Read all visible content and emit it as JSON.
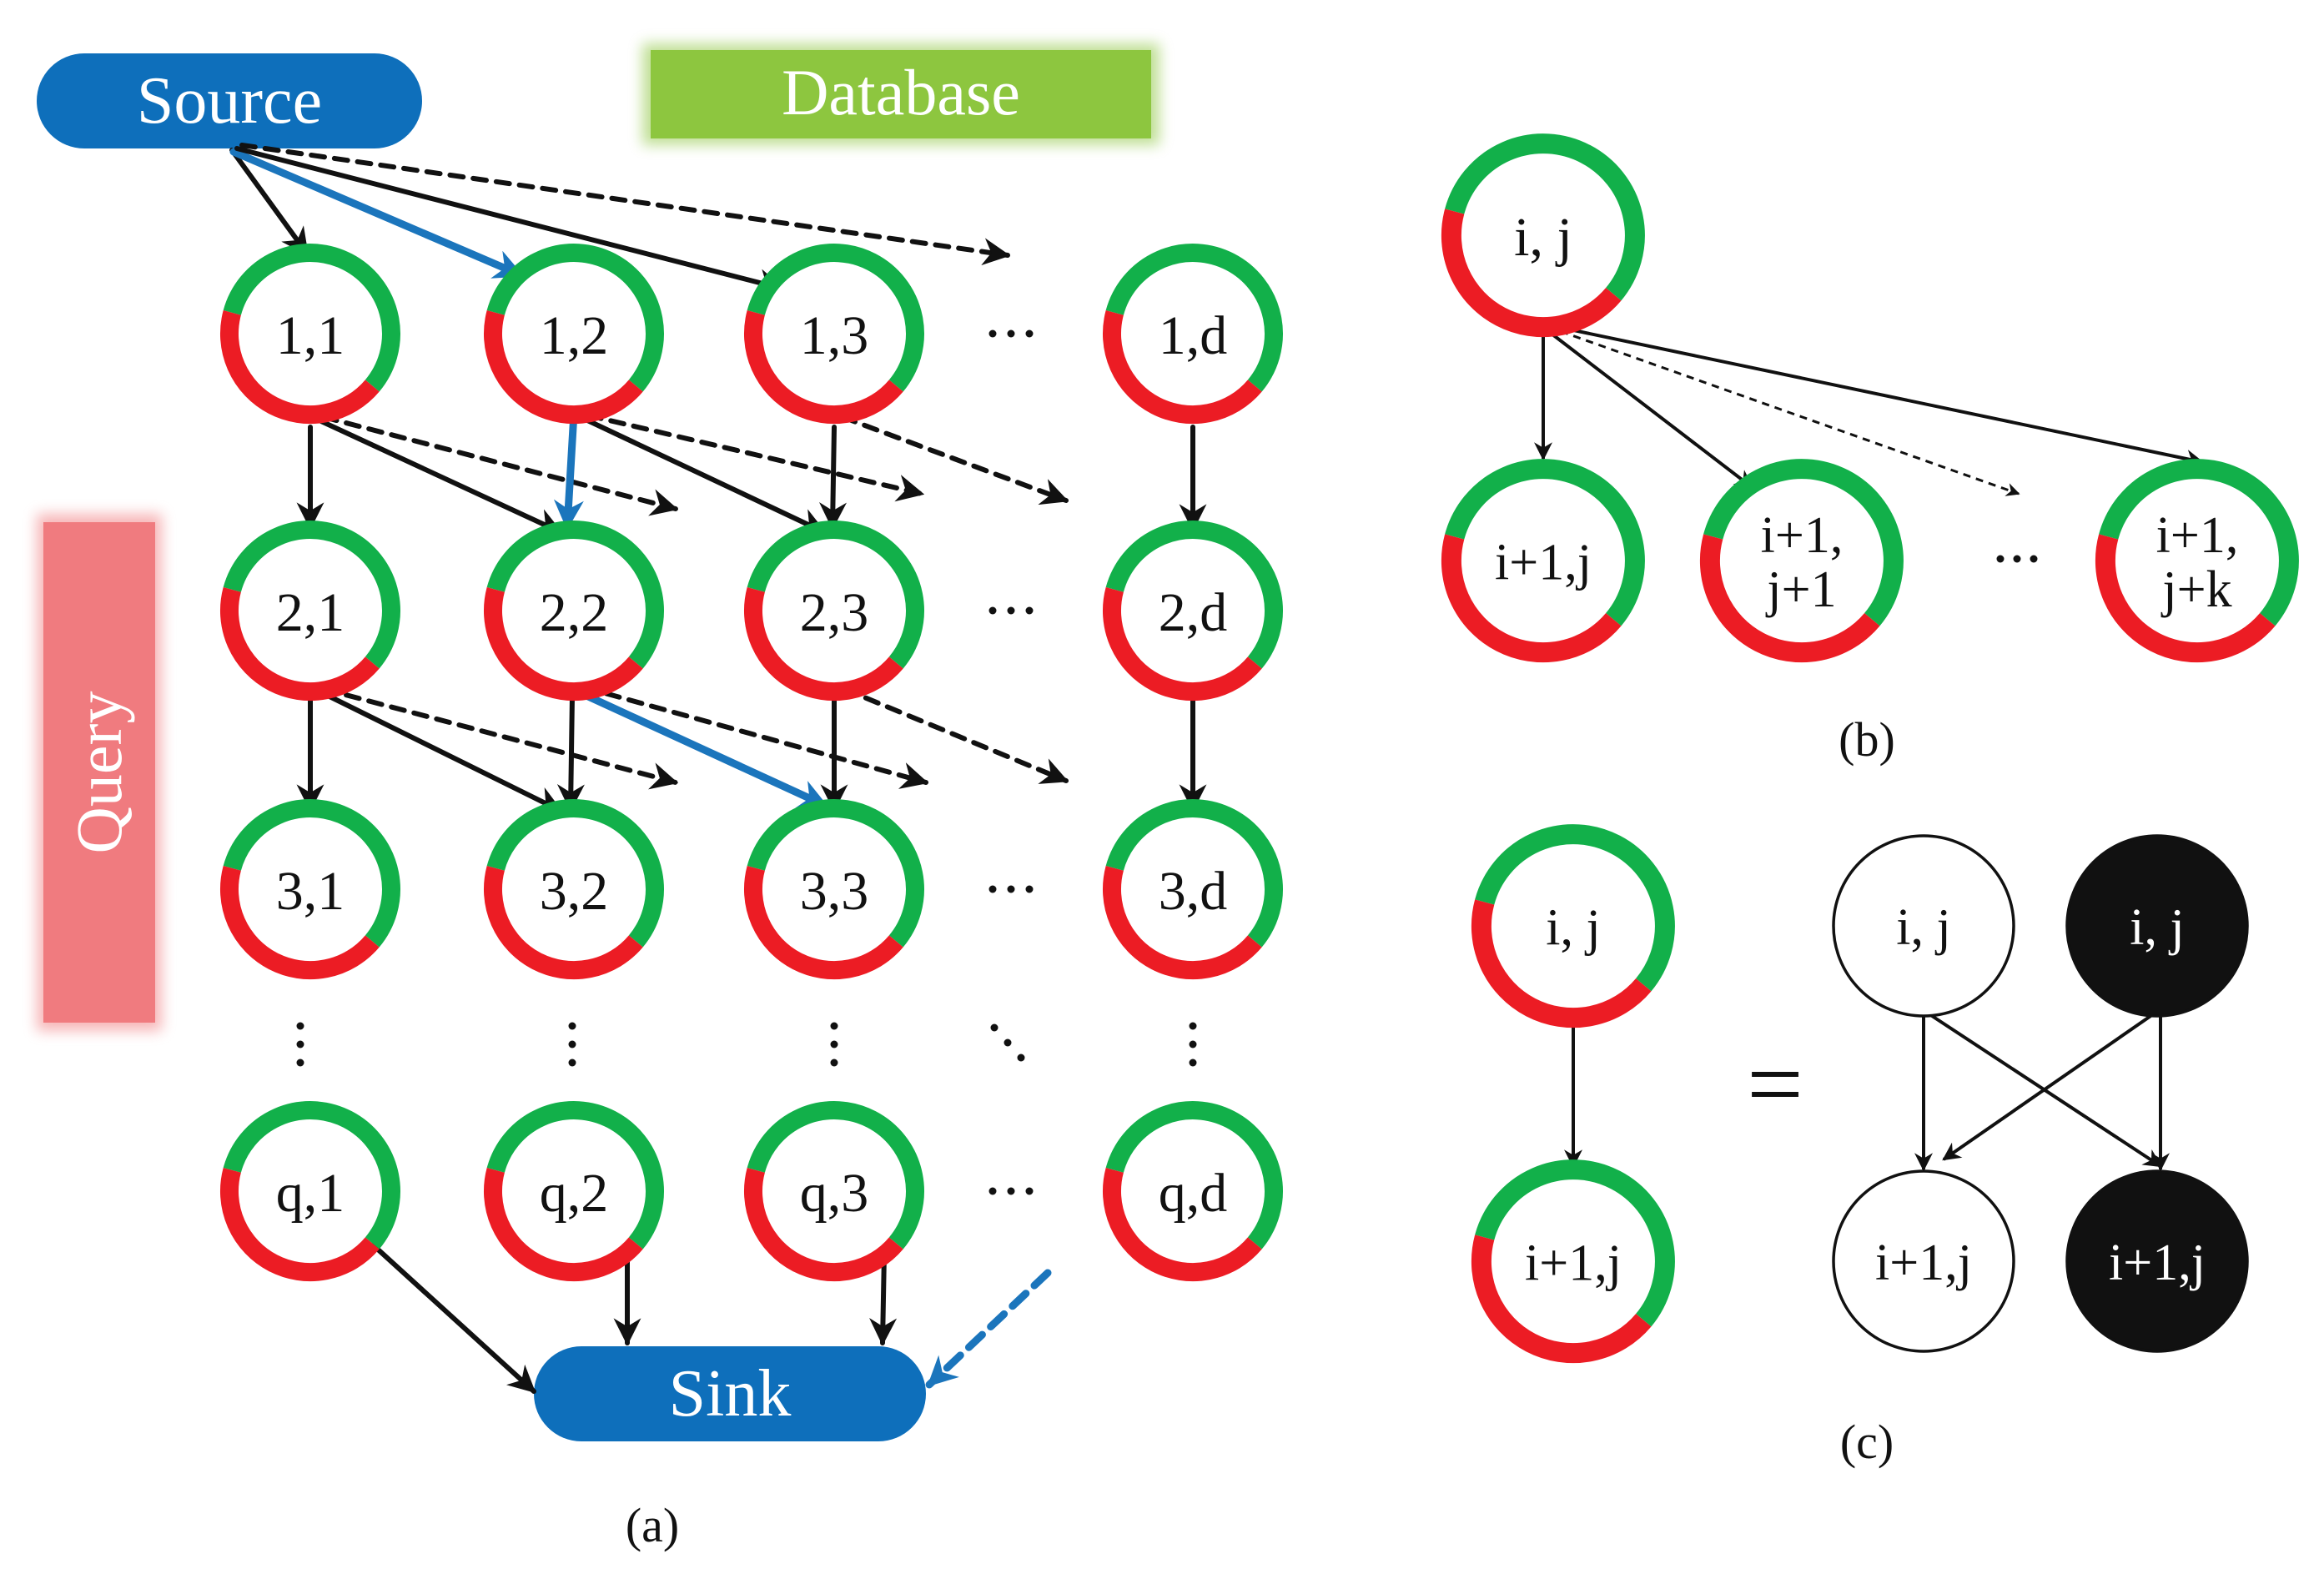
{
  "labels": {
    "source": "Source",
    "database": "Database",
    "query": "Query",
    "sink": "Sink",
    "caption_a": "(a)",
    "caption_b": "(b)",
    "caption_c": "(c)",
    "equals": "=",
    "ellipsis": "···"
  },
  "grid_nodes": [
    {
      "id": "n11",
      "text": "1,1"
    },
    {
      "id": "n12",
      "text": "1,2"
    },
    {
      "id": "n13",
      "text": "1,3"
    },
    {
      "id": "n1d",
      "text": "1,d"
    },
    {
      "id": "n21",
      "text": "2,1"
    },
    {
      "id": "n22",
      "text": "2,2"
    },
    {
      "id": "n23",
      "text": "2,3"
    },
    {
      "id": "n2d",
      "text": "2,d"
    },
    {
      "id": "n31",
      "text": "3,1"
    },
    {
      "id": "n32",
      "text": "3,2"
    },
    {
      "id": "n33",
      "text": "3,3"
    },
    {
      "id": "n3d",
      "text": "3,d"
    },
    {
      "id": "nq1",
      "text": "q,1"
    },
    {
      "id": "nq2",
      "text": "q,2"
    },
    {
      "id": "nq3",
      "text": "q,3"
    },
    {
      "id": "nqd",
      "text": "q,d"
    }
  ],
  "panel_b": {
    "top": [
      "i, j"
    ],
    "children": [
      [
        "i+1,j"
      ],
      [
        "i+1,",
        "j+1"
      ],
      [
        "i+1,",
        "j+k"
      ]
    ]
  },
  "panel_c": {
    "left_top": "i, j",
    "left_bottom": "i+1,j",
    "white_top": "i, j",
    "black_top": "i, j",
    "white_bottom": "i+1,j",
    "black_bottom": "i+1,j"
  },
  "colors": {
    "ring_green": "#12b04a",
    "ring_red": "#ec1c24",
    "path_blue": "#1b75bc",
    "pill_blue": "#0e6fbb",
    "database_green": "#8dc63f",
    "query_red": "#f07b7f",
    "arrow_black": "#111111"
  }
}
